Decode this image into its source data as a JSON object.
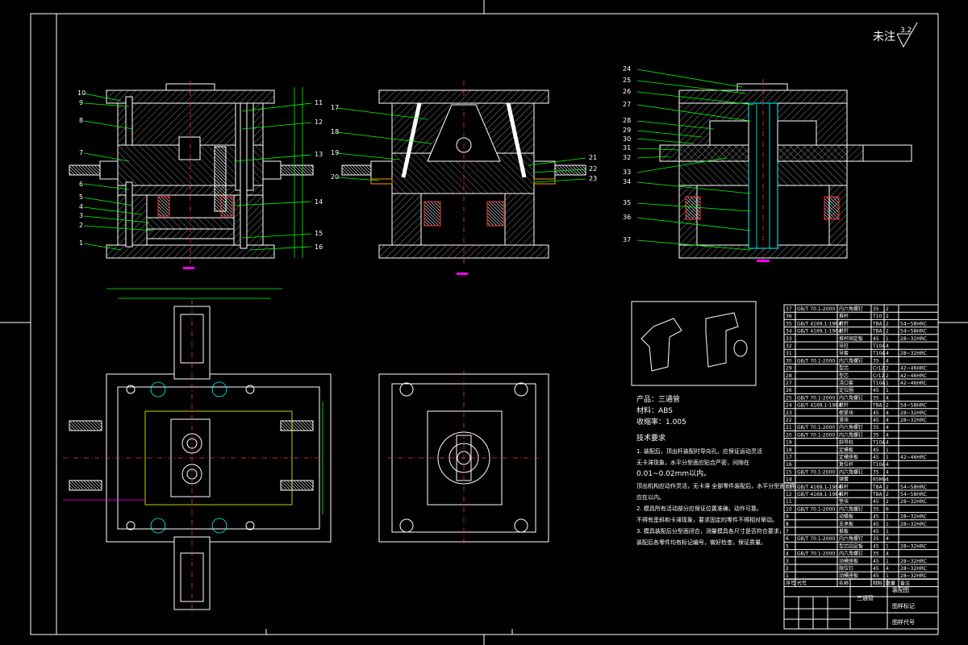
{
  "roughness": {
    "label": "未注",
    "value": "3.2"
  },
  "left_callouts": [
    "10",
    "9",
    "8",
    "7",
    "6",
    "5",
    "4",
    "3",
    "2",
    "1"
  ],
  "right_callouts_left_view": [
    "11",
    "12",
    "13",
    "14",
    "15",
    "16"
  ],
  "mid_callouts_left": [
    "17",
    "18",
    "19",
    "20"
  ],
  "mid_callouts_right": [
    "21",
    "22",
    "23"
  ],
  "right_view_callouts": [
    "24",
    "25",
    "26",
    "27",
    "28",
    "29",
    "30",
    "31",
    "32",
    "33",
    "34",
    "35",
    "36",
    "37"
  ],
  "product": {
    "name": "产品：三通管",
    "material": "材料：ABS",
    "shrinkage": "收缩率：1.005"
  },
  "requirements": {
    "title": "技术要求",
    "items": [
      "1. 装配后，顶出杆装配时导向孔，应保证运动灵活",
      "无卡滞现象，水平分型面应贴合严密，间隙在",
      "0.01~0.02mm以内。",
      "顶出机构应动作灵活，无卡滞 全部零件装配后，水平分型面间隙",
      "应在以内。",
      "2. 模具所有活动部分应保证位置准确，动作可靠。",
      "不得有歪斜和卡滞现象，要求固定的零件不得相对窜动。",
      "3. 模具装配后分型面闭合，测量模具各尺寸是否符合要求，",
      "装配后各零件均有标记编号，做好检查，保证质量。"
    ]
  },
  "bom_rows": [
    {
      "no": "37",
      "code": "GB/T 70.1-2000",
      "name": "内六角螺钉",
      "qty": "2",
      "mat": "35",
      "note": ""
    },
    {
      "no": "36",
      "code": "",
      "name": "推杆",
      "qty": "2",
      "mat": "T10",
      "note": ""
    },
    {
      "no": "35",
      "code": "GB/T 4169.1-1984",
      "name": "推杆",
      "qty": "2",
      "mat": "T8A",
      "note": "54~58HRC"
    },
    {
      "no": "34",
      "code": "GB/T 4169.1-1984",
      "name": "推杆",
      "qty": "2",
      "mat": "T8A",
      "note": "54~58HRC"
    },
    {
      "no": "33",
      "code": "",
      "name": "推杆固定板",
      "qty": "1",
      "mat": "45",
      "note": "28~32HRC"
    },
    {
      "no": "32",
      "code": "",
      "name": "导柱",
      "qty": "4",
      "mat": "T10A",
      "note": ""
    },
    {
      "no": "31",
      "code": "",
      "name": "导套",
      "qty": "4",
      "mat": "T10A",
      "note": "28~32HRC"
    },
    {
      "no": "30",
      "code": "GB/T 70.1-2000",
      "name": "内六角螺钉",
      "qty": "4",
      "mat": "35",
      "note": ""
    },
    {
      "no": "29",
      "code": "",
      "name": "型芯",
      "qty": "2",
      "mat": "Cr12",
      "note": "42~46HRC"
    },
    {
      "no": "28",
      "code": "",
      "name": "型芯",
      "qty": "2",
      "mat": "Cr12",
      "note": "42~46HRC"
    },
    {
      "no": "27",
      "code": "",
      "name": "浇口套",
      "qty": "1",
      "mat": "T10A",
      "note": "42~46HRC"
    },
    {
      "no": "26",
      "code": "",
      "name": "定位圈",
      "qty": "1",
      "mat": "45",
      "note": ""
    },
    {
      "no": "25",
      "code": "GB/T 70.1-2000",
      "name": "内六角螺钉",
      "qty": "4",
      "mat": "35",
      "note": ""
    },
    {
      "no": "24",
      "code": "GB/T 4169.1-1984",
      "name": "推杆",
      "qty": "2",
      "mat": "T8A",
      "note": "54~58HRC"
    },
    {
      "no": "23",
      "code": "",
      "name": "楔紧块",
      "qty": "4",
      "mat": "45",
      "note": "28~32HRC"
    },
    {
      "no": "22",
      "code": "",
      "name": "滑块",
      "qty": "4",
      "mat": "45",
      "note": "28~32HRC"
    },
    {
      "no": "21",
      "code": "GB/T 70.1-2000",
      "name": "内六角螺钉",
      "qty": "4",
      "mat": "35",
      "note": ""
    },
    {
      "no": "20",
      "code": "GB/T 70.1-2000",
      "name": "内六角螺钉",
      "qty": "4",
      "mat": "35",
      "note": ""
    },
    {
      "no": "19",
      "code": "",
      "name": "斜导柱",
      "qty": "4",
      "mat": "T10A",
      "note": ""
    },
    {
      "no": "18",
      "code": "",
      "name": "定模板",
      "qty": "1",
      "mat": "45",
      "note": ""
    },
    {
      "no": "17",
      "code": "",
      "name": "定模座板",
      "qty": "1",
      "mat": "45",
      "note": "42~46HRC"
    },
    {
      "no": "16",
      "code": "",
      "name": "复位杆",
      "qty": "4",
      "mat": "T10A",
      "note": ""
    },
    {
      "no": "15",
      "code": "GB/T 70.1-2000",
      "name": "内六角螺钉",
      "qty": "4",
      "mat": "35",
      "note": ""
    },
    {
      "no": "14",
      "code": "",
      "name": "弹簧",
      "qty": "4",
      "mat": "65Mn",
      "note": ""
    },
    {
      "no": "13",
      "code": "GB/T 4169.1-1984",
      "name": "推杆",
      "qty": "2",
      "mat": "T8A",
      "note": "54~58HRC"
    },
    {
      "no": "12",
      "code": "GB/T 4169.1-1984",
      "name": "推杆",
      "qty": "2",
      "mat": "T8A",
      "note": "54~58HRC"
    },
    {
      "no": "11",
      "code": "",
      "name": "垫块",
      "qty": "2",
      "mat": "45",
      "note": "28~32HRC"
    },
    {
      "no": "10",
      "code": "GB/T 70.1-2000",
      "name": "内六角螺钉",
      "qty": "6",
      "mat": "35",
      "note": ""
    },
    {
      "no": "9",
      "code": "",
      "name": "动模板",
      "qty": "1",
      "mat": "45",
      "note": "28~32HRC"
    },
    {
      "no": "8",
      "code": "",
      "name": "支承板",
      "qty": "1",
      "mat": "45",
      "note": "28~32HRC"
    },
    {
      "no": "7",
      "code": "",
      "name": "推板",
      "qty": "1",
      "mat": "45",
      "note": ""
    },
    {
      "no": "6",
      "code": "GB/T 70.1-2000",
      "name": "内六角螺钉",
      "qty": "4",
      "mat": "35",
      "note": ""
    },
    {
      "no": "5",
      "code": "",
      "name": "型芯固定板",
      "qty": "1",
      "mat": "45",
      "note": "28~32HRC"
    },
    {
      "no": "4",
      "code": "GB/T 70.1-2000",
      "name": "内六角螺钉",
      "qty": "4",
      "mat": "35",
      "note": ""
    },
    {
      "no": "3",
      "code": "",
      "name": "动模座板",
      "qty": "1",
      "mat": "45",
      "note": "28~32HRC"
    },
    {
      "no": "2",
      "code": "",
      "name": "限位钉",
      "qty": "4",
      "mat": "45",
      "note": "28~32HRC"
    },
    {
      "no": "1",
      "code": "",
      "name": "动模座板",
      "qty": "1",
      "mat": "45",
      "note": "28~32HRC"
    }
  ],
  "bom_header": {
    "no": "序号",
    "code": "代号",
    "name": "名称",
    "qty": "数量",
    "mat": "材料",
    "note": "备注"
  },
  "title_block": {
    "part": "三通管",
    "drawing": "装配图",
    "drawing_no": "图样代号",
    "scale_label": "图样标记"
  }
}
